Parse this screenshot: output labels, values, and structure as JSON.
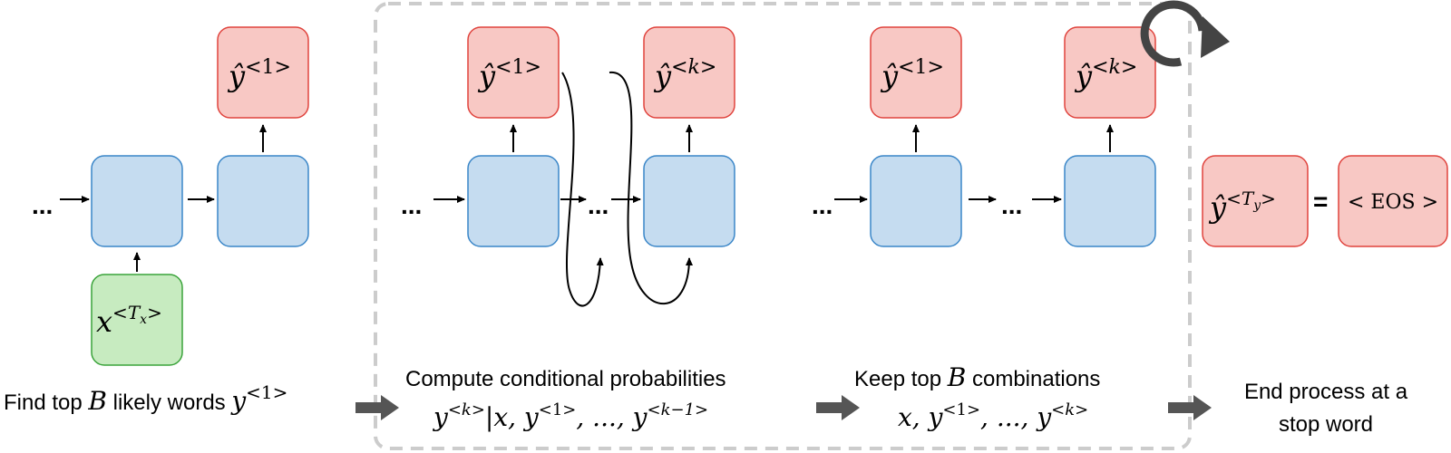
{
  "colors": {
    "blue_fill": "#c5dcf0",
    "blue_stroke": "#3a86c8",
    "red_fill": "#f8c8c4",
    "red_stroke": "#e0433d",
    "green_fill": "#c7ebc0",
    "green_stroke": "#3aa33a",
    "dashed_border": "#cccccc",
    "arrow_gray": "#555555",
    "cycle_icon": "#444444"
  },
  "symbols": {
    "dots": "...",
    "y_hat": "ŷ",
    "x": "x",
    "y": "y",
    "sup_1": "<1>",
    "sup_k": "<k>",
    "sup_open": "<",
    "sup_close": ">",
    "T": "T",
    "sub_x": "x",
    "sub_y": "y",
    "equals": "=",
    "eos": "< EOS >"
  },
  "steps": {
    "s1": {
      "pre": "Find top ",
      "var": "B",
      "post": " likely words ",
      "math_var": "y",
      "math_sup": "<1>"
    },
    "s2": {
      "line1": "Compute conditional probabilities",
      "m_y": "y",
      "m_sup_k": "<k>",
      "m_mid": "|x, y",
      "m_sup_1": "<1>",
      "m_dots": ", ..., y",
      "m_sup_k1": "<k−1>"
    },
    "s3": {
      "pre": "Keep top ",
      "var": "B",
      "post": " combinations",
      "m_x": "x, y",
      "m_sup_1": "<1>",
      "m_dots": ", ..., y",
      "m_sup_k": "<k>"
    },
    "s4": {
      "line1": "End process at a",
      "line2": "stop word"
    }
  },
  "icons": {
    "cycle": "cycle-arrow-icon",
    "step_arrow": "thick-right-arrow-icon"
  }
}
